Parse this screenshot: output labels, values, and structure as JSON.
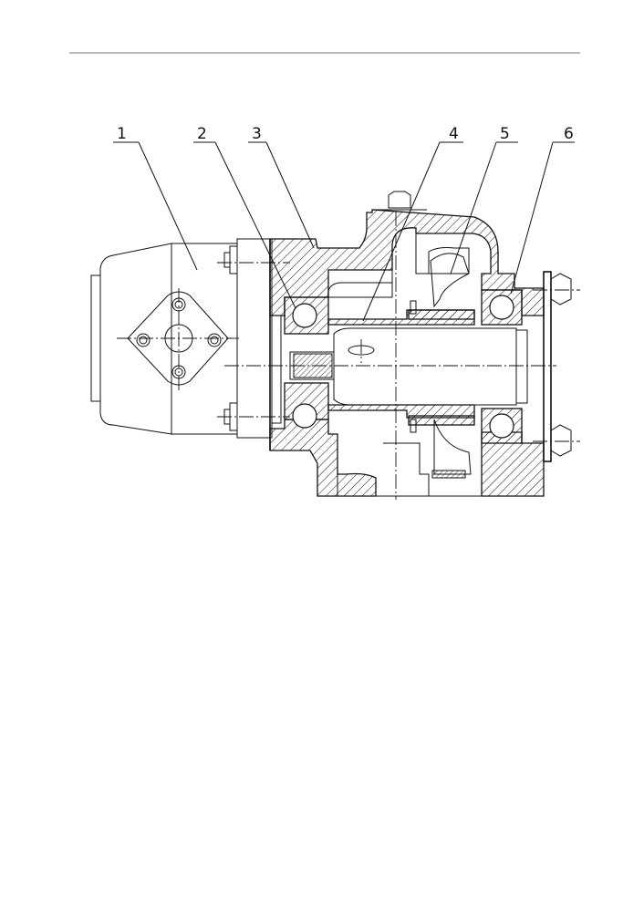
{
  "drawing": {
    "type": "mechanical cross-section assembly",
    "callouts": [
      {
        "label": "1"
      },
      {
        "label": "2"
      },
      {
        "label": "3"
      },
      {
        "label": "4"
      },
      {
        "label": "5"
      },
      {
        "label": "6"
      }
    ]
  }
}
